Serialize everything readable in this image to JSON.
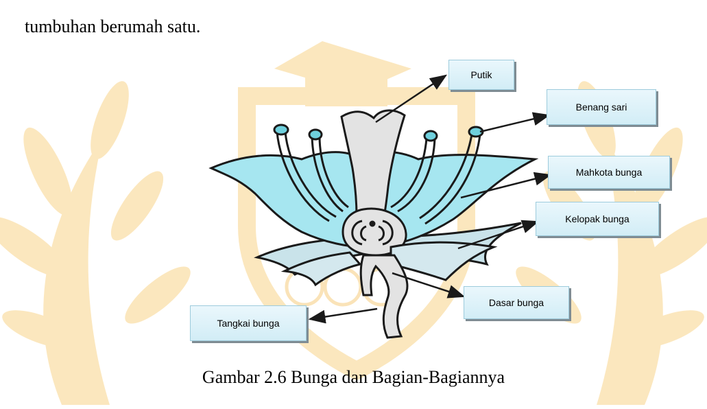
{
  "text": {
    "intro": "tumbuhan berumah satu.",
    "caption": "Gambar 2.6 Bunga dan Bagian-Bagiannya"
  },
  "labels": {
    "putik": "Putik",
    "benang_sari": "Benang sari",
    "mahkota": "Mahkota bunga",
    "kelopak": "Kelopak bunga",
    "dasar": "Dasar bunga",
    "tangkai": "Tangkai bunga"
  },
  "colors": {
    "petal_fill": "#a6e6f0",
    "watermark": "#f5c96b",
    "outline": "#1a1a1a"
  }
}
